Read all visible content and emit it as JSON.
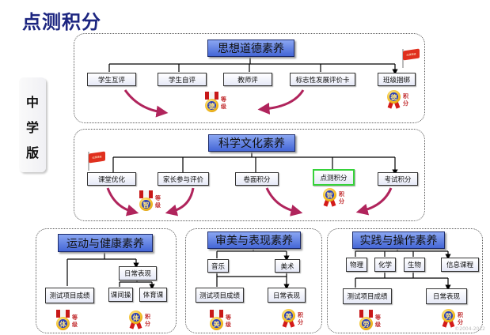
{
  "title": "点测积分",
  "side_label": [
    "中",
    "学",
    "版"
  ],
  "colors": {
    "title": "#1c2580",
    "header_fill": "#4466d6",
    "arrow": "#b0245c",
    "highlight": "#36d23a",
    "medal_ribbon": "#c81818"
  },
  "panels": {
    "moral": {
      "header": "思想道德素养",
      "items": [
        "学生互评",
        "学生自评",
        "教师评",
        "标志性发展评价卡",
        "班级捆绑"
      ],
      "medals": [
        {
          "char": "德",
          "label": "等级"
        },
        {
          "char": "德",
          "label": "积分"
        }
      ],
      "flag": "红旗班级"
    },
    "science": {
      "header": "科学文化素养",
      "items": [
        "课堂优化",
        "家长参与评价",
        "卷面积分",
        "点测积分",
        "考试积分"
      ],
      "highlighted_item": "点测积分",
      "medals": [
        {
          "char": "智",
          "label": "等级"
        },
        {
          "char": "智",
          "label": "积分"
        }
      ],
      "flag": "红旗班级"
    },
    "sports": {
      "header": "运动与健康素养",
      "items": [
        "测试项目成绩",
        "日常表现"
      ],
      "sub_items": [
        "课间操",
        "体育课"
      ],
      "medals": [
        {
          "char": "体",
          "label": "等级"
        },
        {
          "char": "体",
          "label": "积分"
        }
      ]
    },
    "arts": {
      "header": "审美与表现素养",
      "subjects": [
        "音乐",
        "美术"
      ],
      "items": [
        "测试项目成绩",
        "日常表现"
      ],
      "medals": [
        {
          "char": "美",
          "label": "等级"
        },
        {
          "char": "美",
          "label": "积分"
        }
      ]
    },
    "practice": {
      "header": "实践与操作素养",
      "subjects": [
        "物理",
        "化学",
        "生物",
        "信息课程"
      ],
      "items": [
        "测试项目成绩",
        "日常表现"
      ],
      "medals": [
        {
          "char": "劳",
          "label": "等级"
        },
        {
          "char": "劳",
          "label": "积分"
        }
      ]
    }
  },
  "watermark": "©2004-2012"
}
